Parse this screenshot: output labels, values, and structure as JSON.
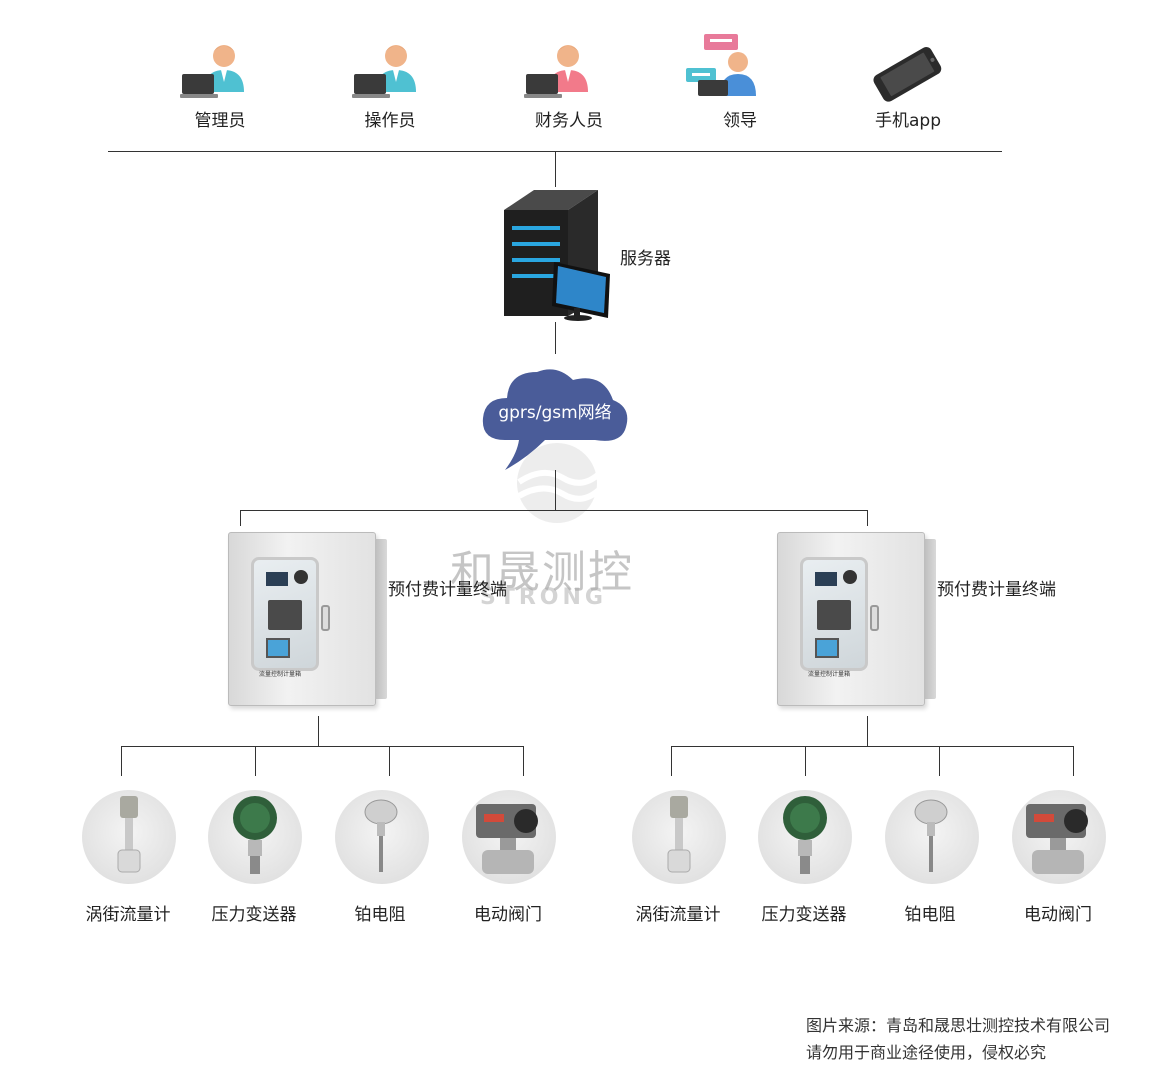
{
  "users": [
    {
      "label": "管理员",
      "icon": "admin-icon"
    },
    {
      "label": "操作员",
      "icon": "operator-icon"
    },
    {
      "label": "财务人员",
      "icon": "finance-icon"
    },
    {
      "label": "领导",
      "icon": "leader-icon"
    },
    {
      "label": "手机app",
      "icon": "mobile-phone-icon"
    }
  ],
  "server": {
    "label": "服务器",
    "icon": "server-icon"
  },
  "network": {
    "label": "gprs/gsm网络",
    "icon": "cloud-icon",
    "color": "#4a5c99"
  },
  "terminals": [
    {
      "label": "预付费计量终端",
      "plate": "流量控制计量箱"
    },
    {
      "label": "预付费计量终端",
      "plate": "流量控制计量箱"
    }
  ],
  "devices": [
    {
      "label": "涡街流量计",
      "icon": "vortex-flowmeter-icon"
    },
    {
      "label": "压力变送器",
      "icon": "pressure-transmitter-icon"
    },
    {
      "label": "铂电阻",
      "icon": "platinum-resistance-icon"
    },
    {
      "label": "电动阀门",
      "icon": "electric-valve-icon"
    }
  ],
  "watermark": {
    "text": "和晟测控",
    "sub": "STRONG"
  },
  "footer": {
    "line1": "图片来源：青岛和晟思壮测控技术有限公司",
    "line2": "请勿用于商业途径使用，侵权必究"
  }
}
